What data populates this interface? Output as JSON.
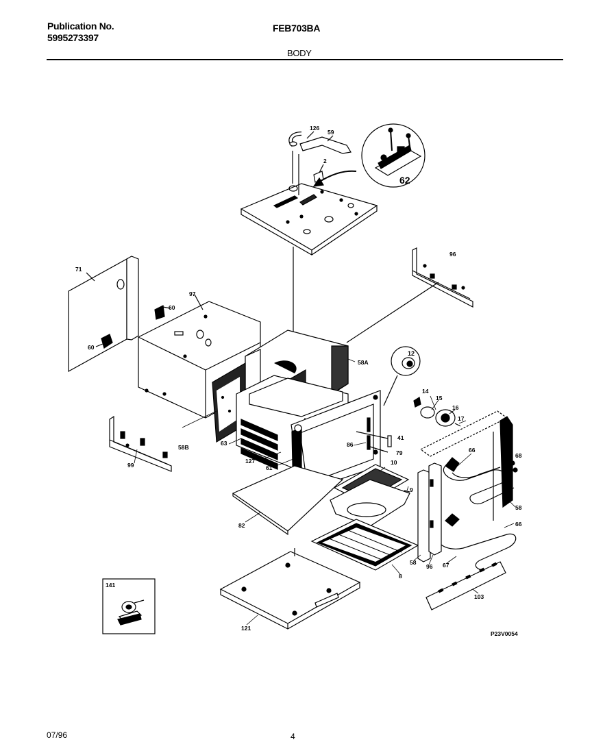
{
  "header": {
    "publication_label": "Publication No.",
    "publication_number": "5995273397",
    "model": "FEB703BA",
    "section": "BODY"
  },
  "diagram_code": "P23V0054",
  "footer": {
    "date": "07/96",
    "page": "4"
  },
  "callouts": {
    "c126": "126",
    "c59": "59",
    "c2": "2",
    "c62": "62",
    "c96top": "96",
    "c71": "71",
    "c97": "97",
    "c60a": "60",
    "c60b": "60",
    "c58A": "58A",
    "c12": "12",
    "c14": "14",
    "c15": "15",
    "c16": "16",
    "c17": "17",
    "c58B": "58B",
    "c63": "63",
    "c127": "127",
    "c61": "61",
    "c86": "86",
    "c41": "41",
    "c79": "79",
    "c10": "10",
    "c9": "9",
    "c82": "82",
    "c99": "99",
    "c66a": "66",
    "c68": "68",
    "c58a": "58",
    "c66b": "66",
    "c8": "8",
    "c58b": "58",
    "c96b": "96",
    "c67": "67",
    "c103": "103",
    "c141": "141",
    "c121": "121"
  }
}
